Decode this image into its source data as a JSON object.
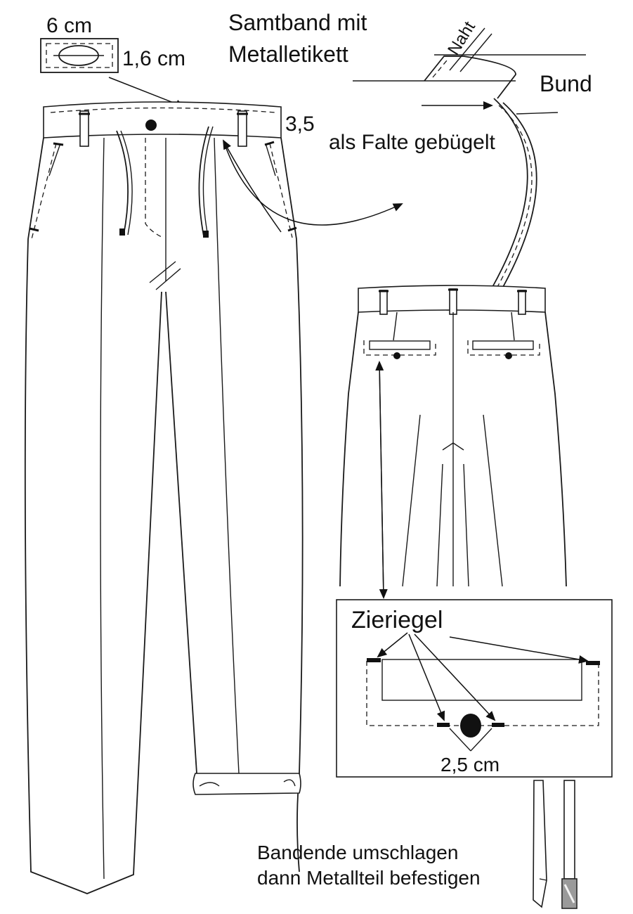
{
  "labels": {
    "label_width": "6 cm",
    "label_height": "1,6 cm",
    "velvet_tape_line1": "Samtband mit",
    "velvet_tape_line2": "Metalletikett",
    "seam": "Naht",
    "waistband": "Bund",
    "waistband_width": "3,5",
    "pressed_fold": "als Falte gebügelt",
    "decorative_bartack": "Zieriegel",
    "button_distance": "2,5 cm",
    "tape_end_line1": "Bandende umschlagen",
    "tape_end_line2": "dann Metallteil befestigen"
  },
  "colors": {
    "line": "#1a1a1a",
    "background": "#ffffff",
    "metal_tip": "#9a9a9a"
  }
}
